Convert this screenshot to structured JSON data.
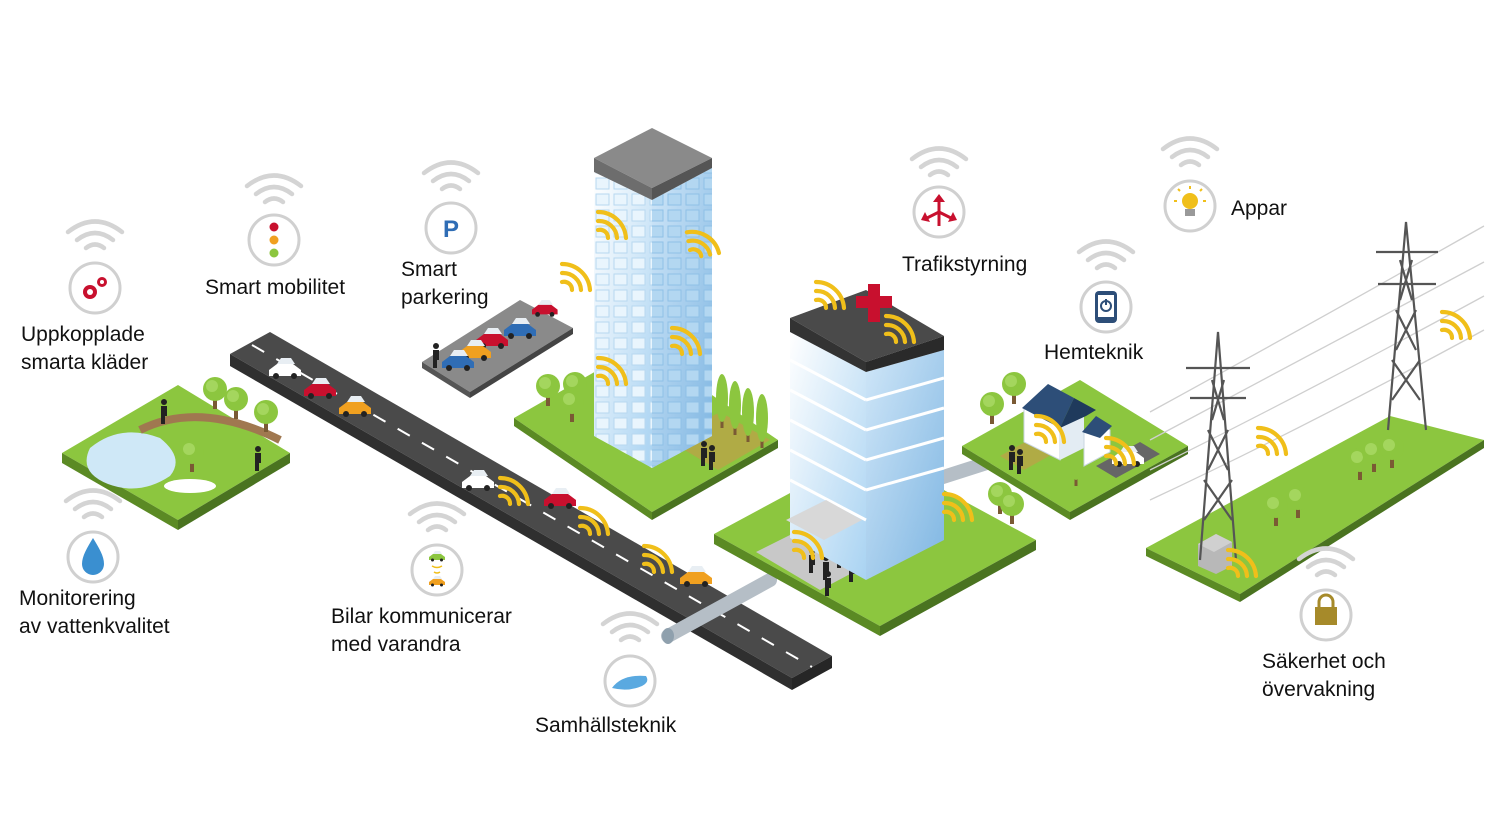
{
  "labels": {
    "clothes": [
      "Uppkopplade",
      "smarta kläder"
    ],
    "mobility": [
      "Smart mobilitet"
    ],
    "parking": [
      "Smart",
      "parkering"
    ],
    "traffic": [
      "Trafikstyrning"
    ],
    "apps": [
      "Appar"
    ],
    "home": [
      "Hemteknik"
    ],
    "water": [
      "Monitorering",
      "av vattenkvalitet"
    ],
    "cars": [
      "Bilar kommunicerar",
      "med varandra"
    ],
    "utility": [
      "Samhällsteknik"
    ],
    "security": [
      "Säkerhet och",
      "övervakning"
    ]
  },
  "icons": {
    "clothes": "gears-icon",
    "mobility": "traffic-light-icon",
    "parking": "parking-icon",
    "traffic": "traffic-arrows-icon",
    "apps": "lightbulb-icon",
    "home": "tablet-power-icon",
    "water": "water-drop-icon",
    "cars": "cars-communicating-icon",
    "utility": "water-pipe-icon",
    "security": "padlock-icon"
  },
  "parking_sign": "P",
  "colors": {
    "grass": "#8cc63f",
    "grass_side": "#5b8a24",
    "soil": "#6b4a2b",
    "road": "#4a4a4a",
    "signal": "#f0bf1a",
    "wifi": "#d4d4d4",
    "accent_red": "#c8102e",
    "accent_blue": "#2f6db5",
    "building": "#d9ecfa"
  }
}
